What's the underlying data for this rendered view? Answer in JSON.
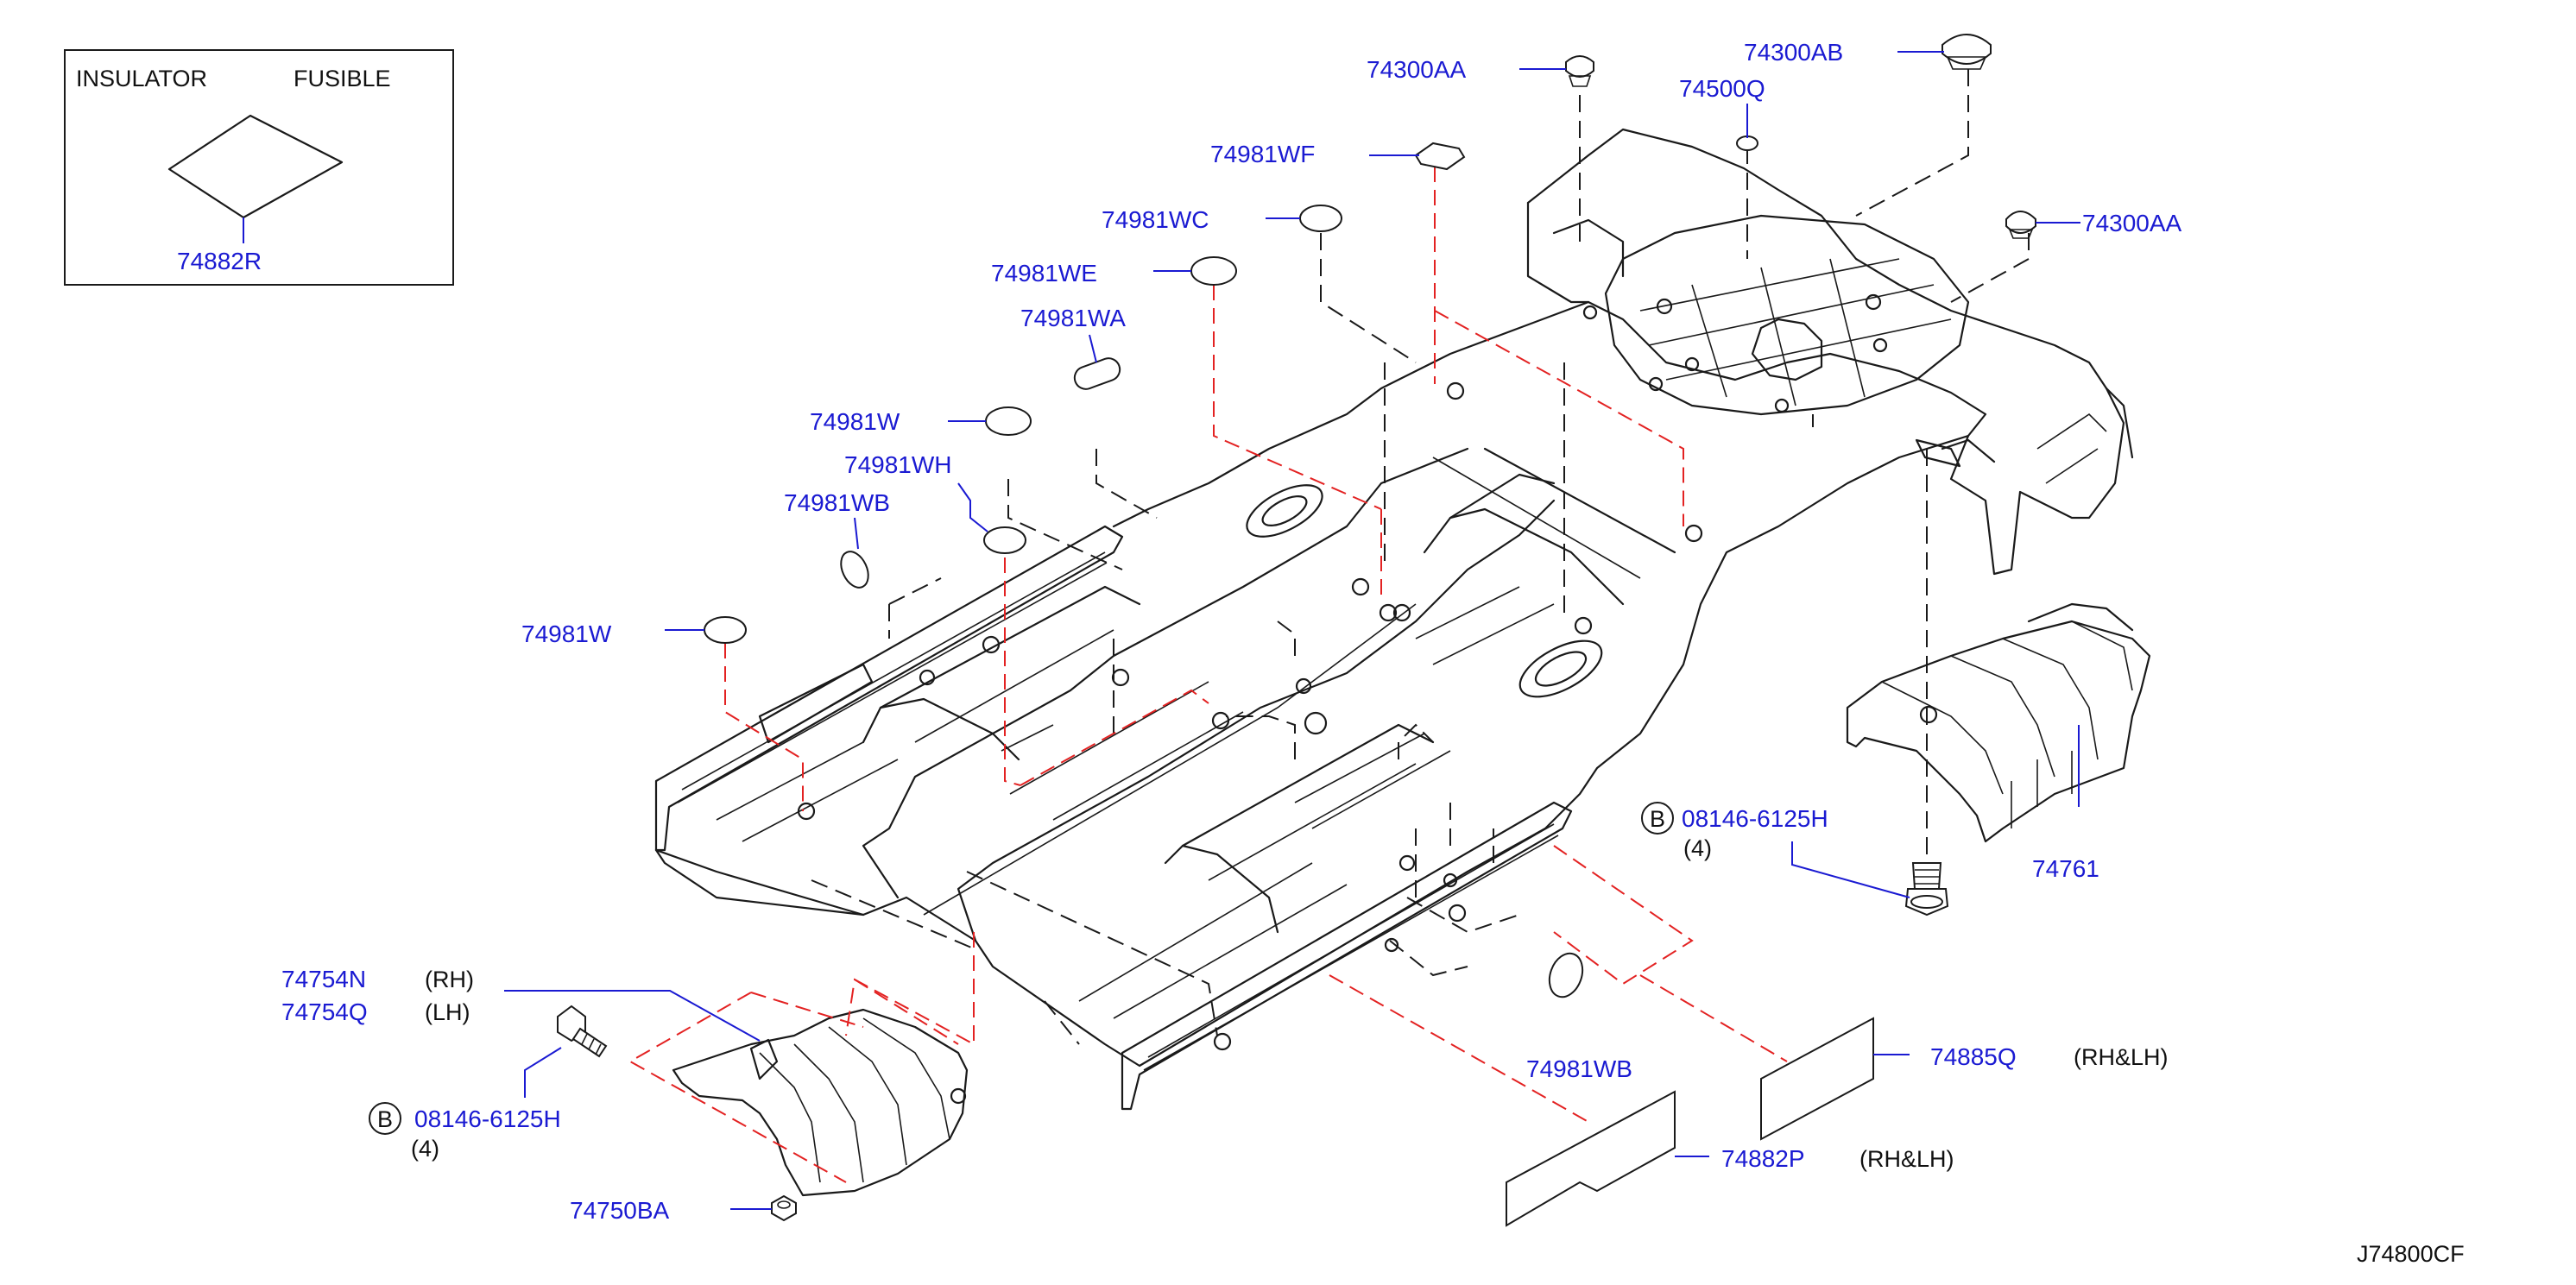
{
  "legend_box": {
    "title_left": "INSULATOR",
    "title_right": "FUSIBLE",
    "part": "74882R"
  },
  "parts": {
    "p74300AA_top": "74300AA",
    "p74300AB": "74300AB",
    "p74500Q": "74500Q",
    "p74300AA_right": "74300AA",
    "p74981WF": "74981WF",
    "p74981WC": "74981WC",
    "p74981WE": "74981WE",
    "p74981WA": "74981WA",
    "p74981W_a": "74981W",
    "p74981WH": "74981WH",
    "p74981WB_a": "74981WB",
    "p74981W_b": "74981W",
    "p74761": "74761",
    "p74754N": "74754N",
    "p74754Q": "74754Q",
    "p74750BA": "74750BA",
    "p74981WB_b": "74981WB",
    "p74885Q": "74885Q",
    "p74882P": "74882P"
  },
  "notes": {
    "rh": "(RH)",
    "lh": "(LH)",
    "rhlh_a": "(RH&LH)",
    "rhlh_b": "(RH&LH)"
  },
  "bolts": {
    "right": {
      "circle": "B",
      "part": "08146-6125H",
      "qty": "(4)"
    },
    "left": {
      "circle": "B",
      "part": "08146-6125H",
      "qty": "(4)"
    }
  },
  "diagram_id": "J74800CF"
}
